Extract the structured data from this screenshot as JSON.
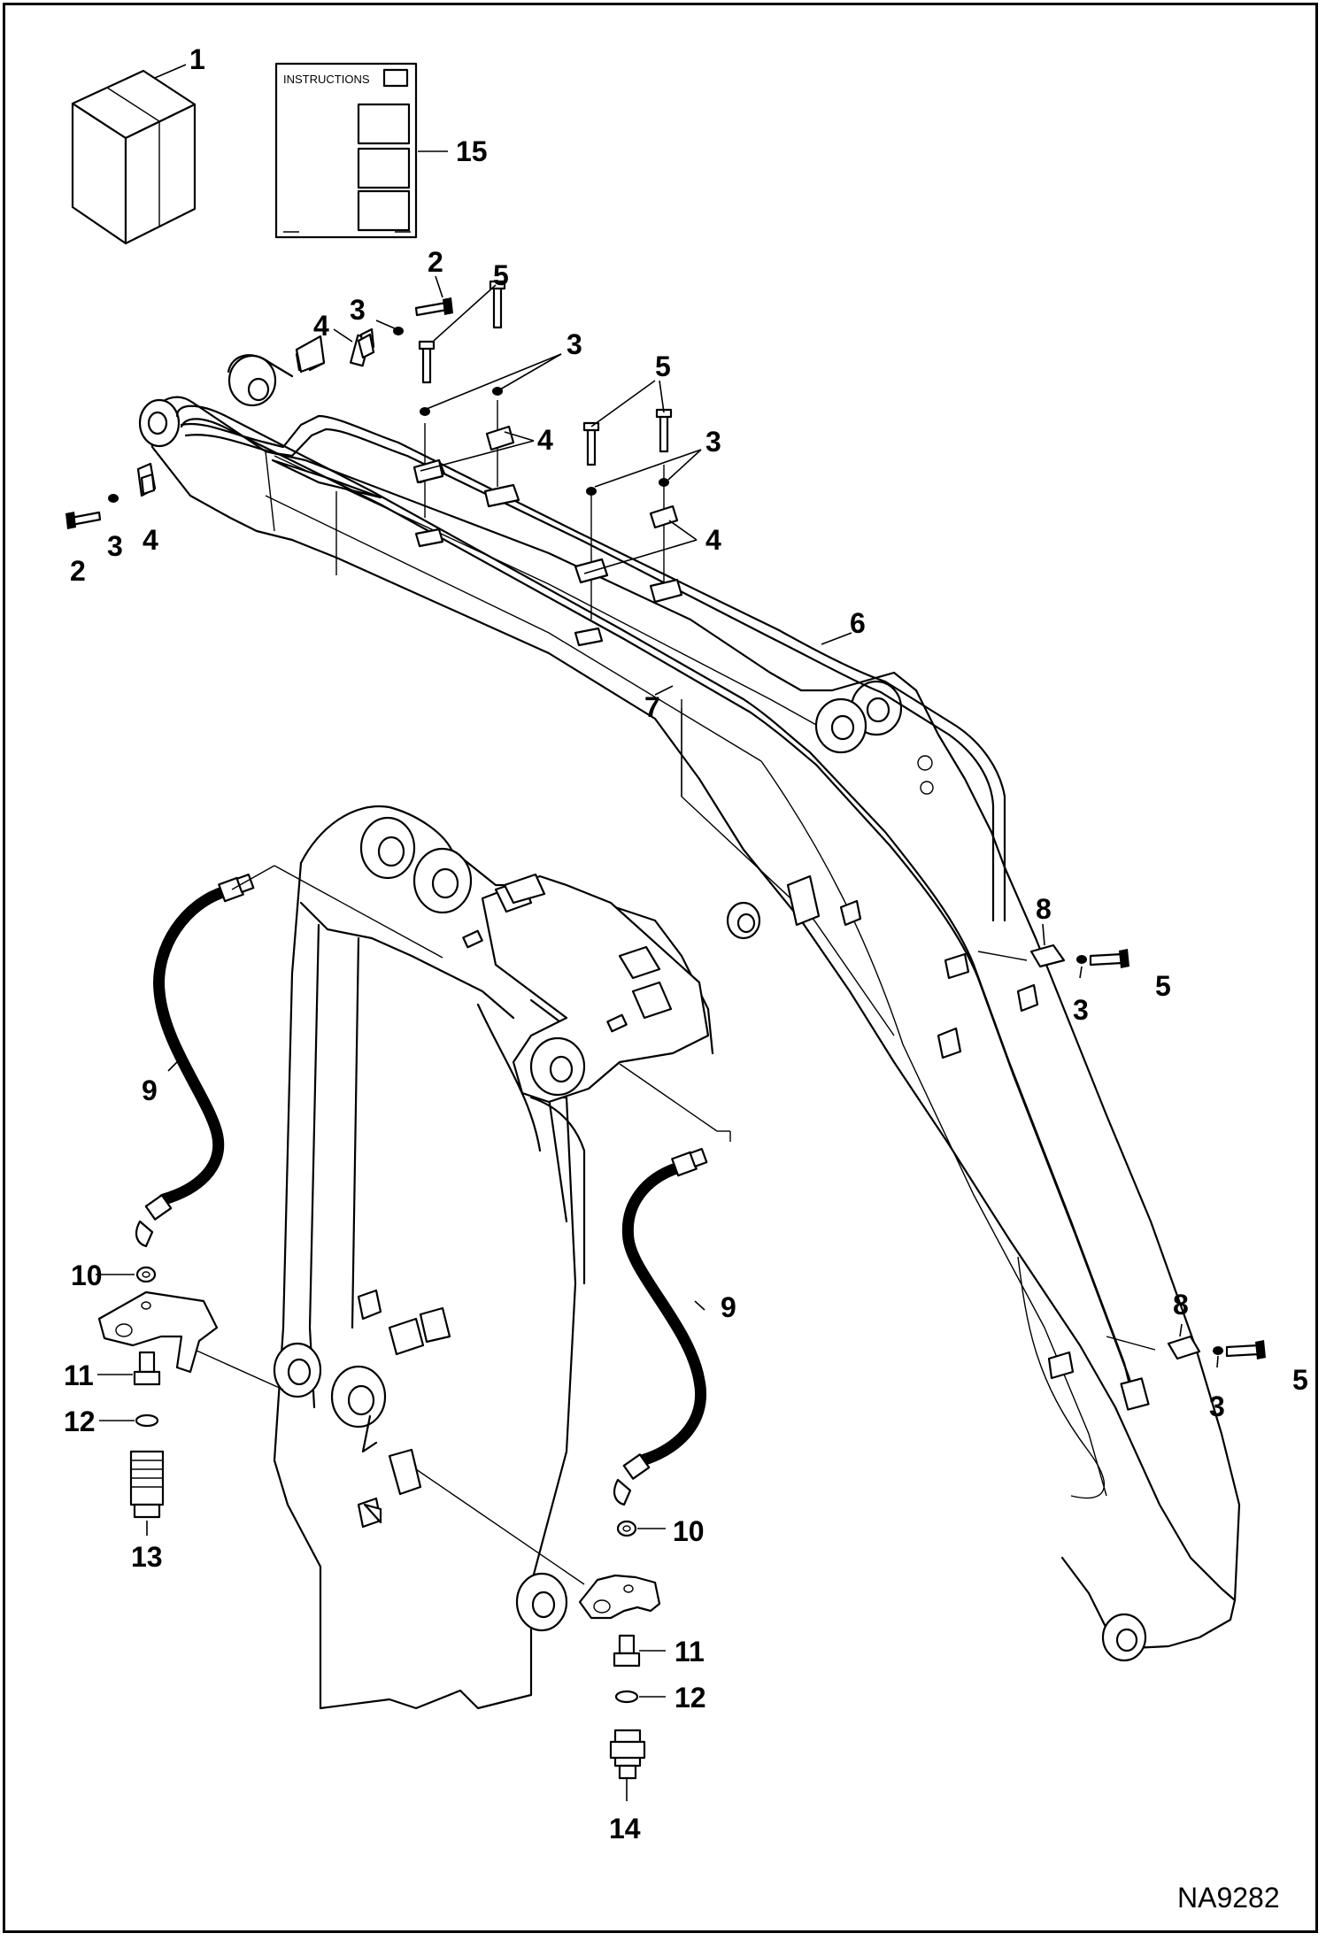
{
  "drawing_id": "NA9282",
  "instructions_label": "INSTRUCTIONS",
  "callouts": {
    "c1": "1",
    "c15": "15",
    "c2a": "2",
    "c3a": "3",
    "c4a": "4",
    "c5a": "5",
    "c3b": "3",
    "c4b": "4",
    "c5b": "5",
    "c3c": "3",
    "c4c": "4",
    "c2b": "2",
    "c3d": "3",
    "c4d": "4",
    "c6": "6",
    "c7": "7",
    "c8a": "8",
    "c3e": "3",
    "c5c": "5",
    "c8b": "8",
    "c3f": "3",
    "c5d": "5",
    "c9a": "9",
    "c10a": "10",
    "c11a": "11",
    "c12a": "12",
    "c13": "13",
    "c9b": "9",
    "c10b": "10",
    "c11b": "11",
    "c12b": "12",
    "c14": "14"
  }
}
